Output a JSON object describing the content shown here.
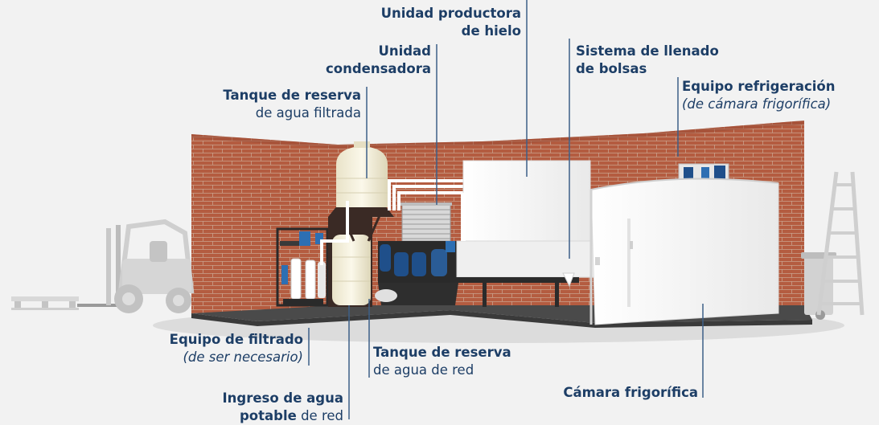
{
  "colors": {
    "label_text": "#1d3e66",
    "leader_line": "#3d5f88",
    "brick": "#b25a3e",
    "floor": "#4a4a4a",
    "equipment_white": "#f5f5f5",
    "pump_blue": "#1f4f8a"
  },
  "labels": {
    "ice_unit": {
      "line1": "Unidad productora",
      "line2": "de hielo"
    },
    "condenser": {
      "line1": "Unidad",
      "line2": "condensadora"
    },
    "filtered_tank": {
      "bold": "Tanque de reserva",
      "normal": "de agua  filtrada"
    },
    "bagging": {
      "line1": "Sistema de llenado",
      "line2": "de bolsas"
    },
    "refrigeration": {
      "bold": "Equipo refrigeración",
      "italic": "(de cámara frigorífica)"
    },
    "filtering": {
      "bold": "Equipo de filtrado",
      "italic": "(de ser necesario)"
    },
    "network_tank": {
      "bold": "Tanque de reserva",
      "normal": "de agua de red"
    },
    "water_inlet": {
      "line1_bold": "Ingreso de agua",
      "line2_bold": "potable",
      "line2_normal": " de red"
    },
    "cold_room": {
      "bold": "Cámara frigorífica"
    }
  }
}
